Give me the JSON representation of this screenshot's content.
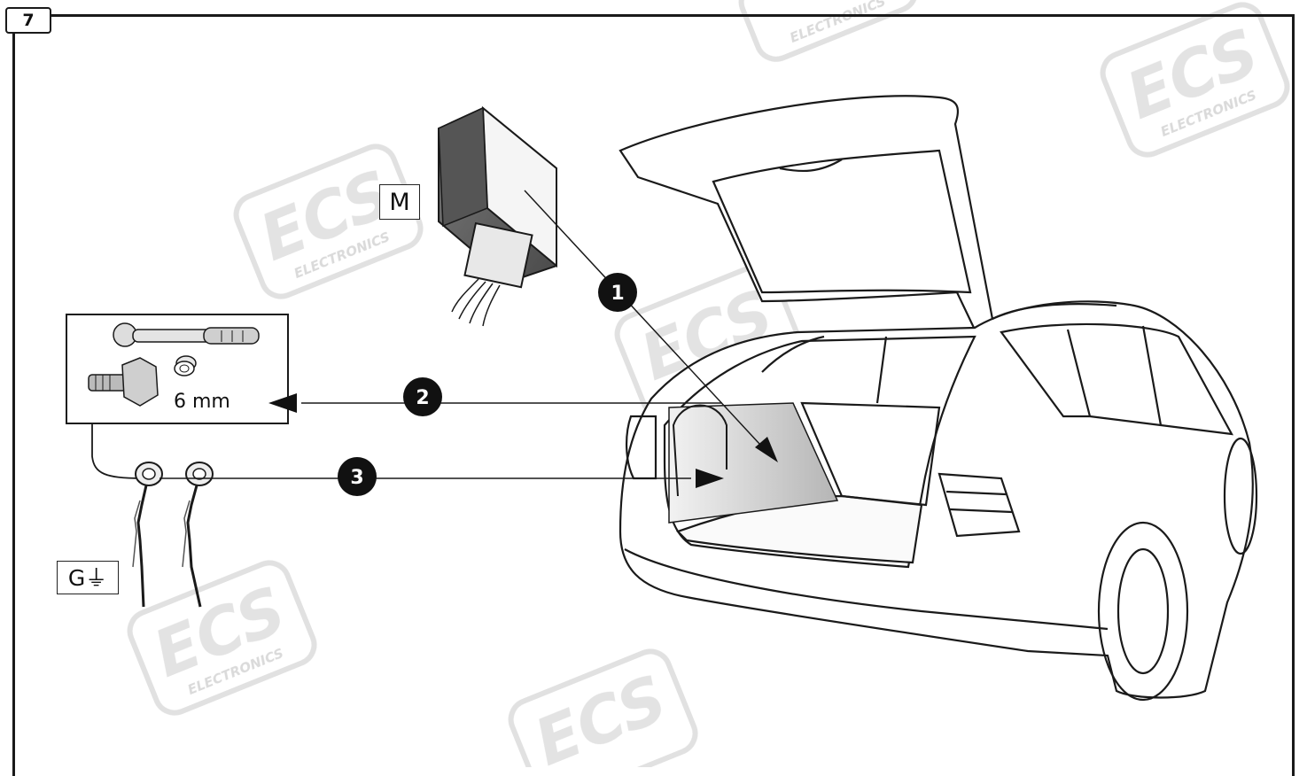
{
  "step_number": "7",
  "labels": {
    "module": "M",
    "ground": "G⏚",
    "tool_size": "6 mm"
  },
  "callouts": [
    "1",
    "2",
    "3"
  ],
  "watermark": {
    "logo": "ECS",
    "subtitle": "ELECTRONICS",
    "color": "#d9d9d9"
  },
  "colors": {
    "line": "#1a1a1a",
    "badge": "#111111",
    "module_body": "#5c5c5c",
    "trim_panel": "#bdbdbd"
  }
}
